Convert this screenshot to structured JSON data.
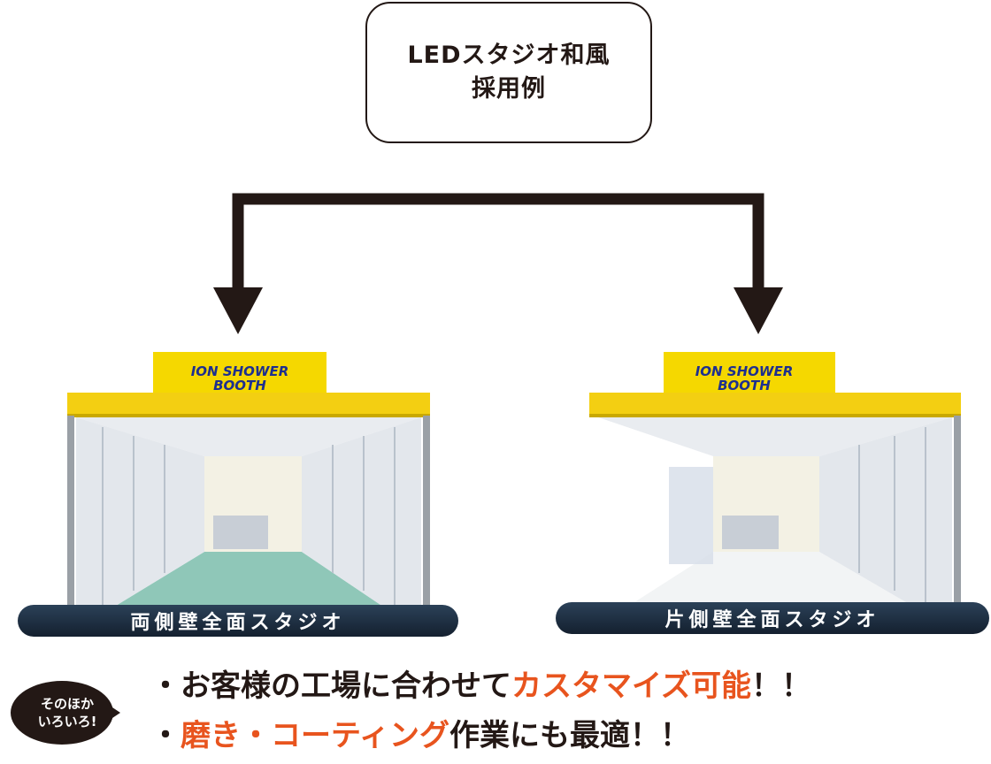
{
  "title": {
    "line1": "LEDスタジオ和風",
    "line2": "採用例"
  },
  "booths": [
    {
      "sign_line1": "ION SHOWER",
      "sign_line2": "BOOTH",
      "label": "両側壁全面スタジオ"
    },
    {
      "sign_line1": "ION SHOWER",
      "sign_line2": "BOOTH",
      "label": "片側壁全面スタジオ"
    }
  ],
  "bubble": {
    "line1": "そのほか",
    "line2": "いろいろ!"
  },
  "notes": [
    {
      "bullet": "・",
      "text": "お客様の工場に合わせて",
      "highlight": "カスタマイズ可能",
      "suffix": "！！"
    },
    {
      "bullet": "・",
      "highlight": "磨き・コーティング",
      "text": "作業にも最適",
      "suffix": "！！"
    }
  ],
  "colors": {
    "ink": "#231815",
    "accent": "#e8541e",
    "sign_yellow": "#f5d800",
    "sign_text": "#1d2f8f",
    "label_bg": "#1c2b3c"
  }
}
